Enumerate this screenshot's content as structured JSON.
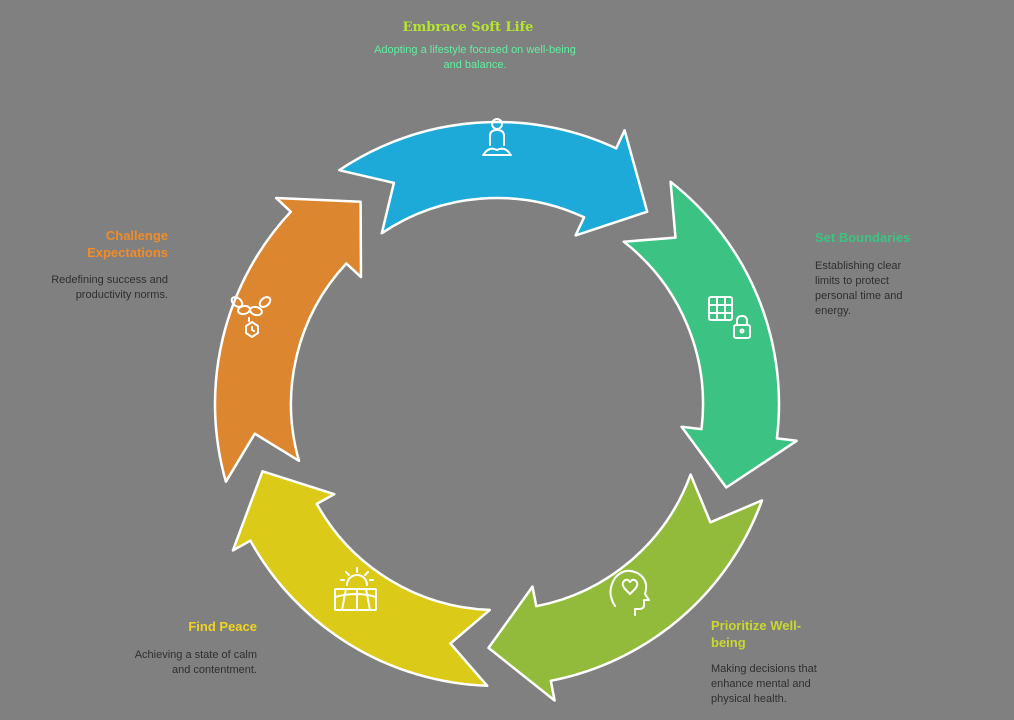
{
  "colors": {
    "background": "#808080",
    "blue": "#1eaad9",
    "teal": "#3cc383",
    "green": "#92bb3c",
    "yellow": "#dcca18",
    "orange": "#dc8630",
    "outline": "#ffffff",
    "desc_text": "#2f2f2f"
  },
  "steps": [
    {
      "key": "embrace",
      "title": "Embrace Soft Life",
      "description": "Adopting a lifestyle focused on well-being and balance.",
      "icon": "meditation-icon",
      "color": "#1eaad9",
      "title_color": "#b5e62e",
      "desc_color": "#5ef0a0"
    },
    {
      "key": "boundaries",
      "title": "Set Boundaries",
      "description": "Establishing clear limits to protect personal time and energy.",
      "icon": "grid-lock-icon",
      "color": "#3cc383",
      "title_color": "#3cc383"
    },
    {
      "key": "wellbeing",
      "title": "Prioritize Well-being",
      "description": "Making decisions that enhance mental and physical health.",
      "icon": "head-heart-icon",
      "color": "#92bb3c",
      "title_color": "#c8d830"
    },
    {
      "key": "peace",
      "title": "Find Peace",
      "description": "Achieving a state of calm and contentment.",
      "icon": "sunrise-field-icon",
      "color": "#dcca18",
      "title_color": "#f0d420"
    },
    {
      "key": "challenge",
      "title": "Challenge Expectations",
      "description": "Redefining success and productivity norms.",
      "icon": "broken-chain-icon",
      "color": "#dc8630",
      "title_color": "#f08c2a"
    }
  ]
}
